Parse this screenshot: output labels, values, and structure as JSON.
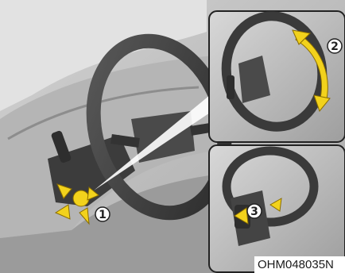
{
  "figure": {
    "callout_1": "1",
    "callout_2": "2",
    "callout_3": "3",
    "reference_code": "OHM048035N"
  },
  "colors": {
    "arrow": "#f2d21c",
    "arrow_outline": "#8a6d00",
    "inset_border": "#222222",
    "background": "#c9c9c9"
  }
}
